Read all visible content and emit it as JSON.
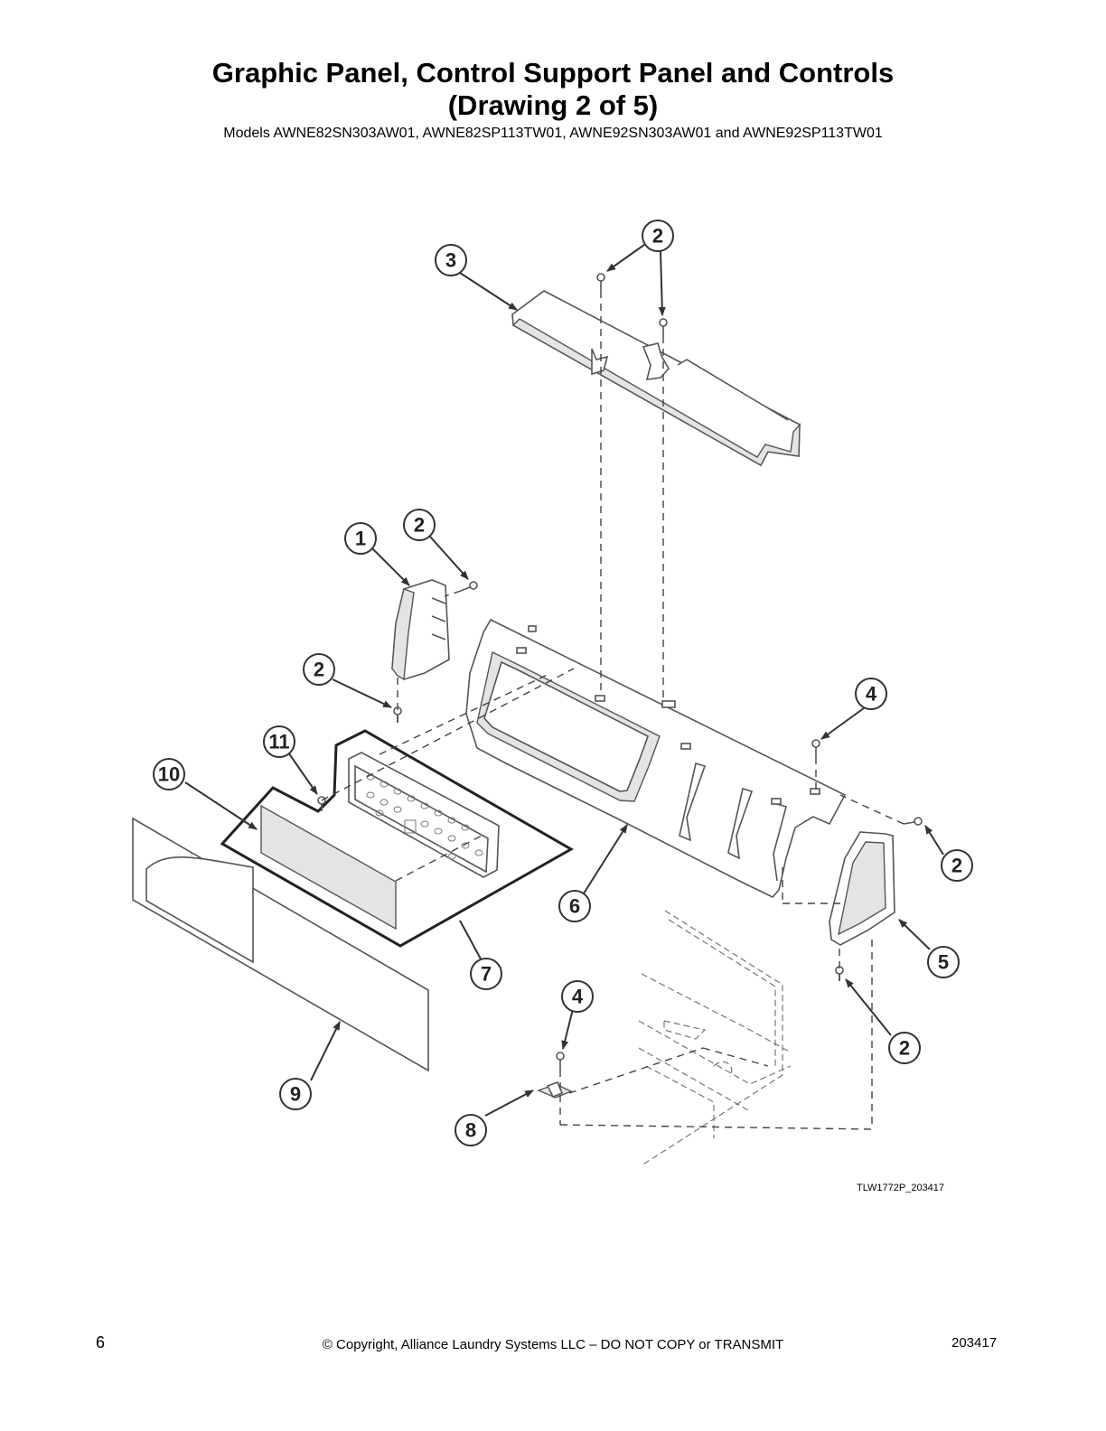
{
  "header": {
    "title_line1": "Graphic Panel, Control Support Panel and Controls",
    "title_line2": "(Drawing 2 of 5)",
    "models": "Models AWNE82SN303AW01, AWNE82SP113TW01, AWNE92SN303AW01 and AWNE92SP113TW01"
  },
  "callouts": [
    "1",
    "2",
    "3",
    "4",
    "5",
    "6",
    "7",
    "8",
    "9",
    "10",
    "11"
  ],
  "drawing_id": "TLW1772P_203417",
  "footer": {
    "page_number": "6",
    "copyright": "© Copyright, Alliance Laundry Systems LLC – DO NOT COPY or TRANSMIT",
    "document_number": "203417"
  }
}
